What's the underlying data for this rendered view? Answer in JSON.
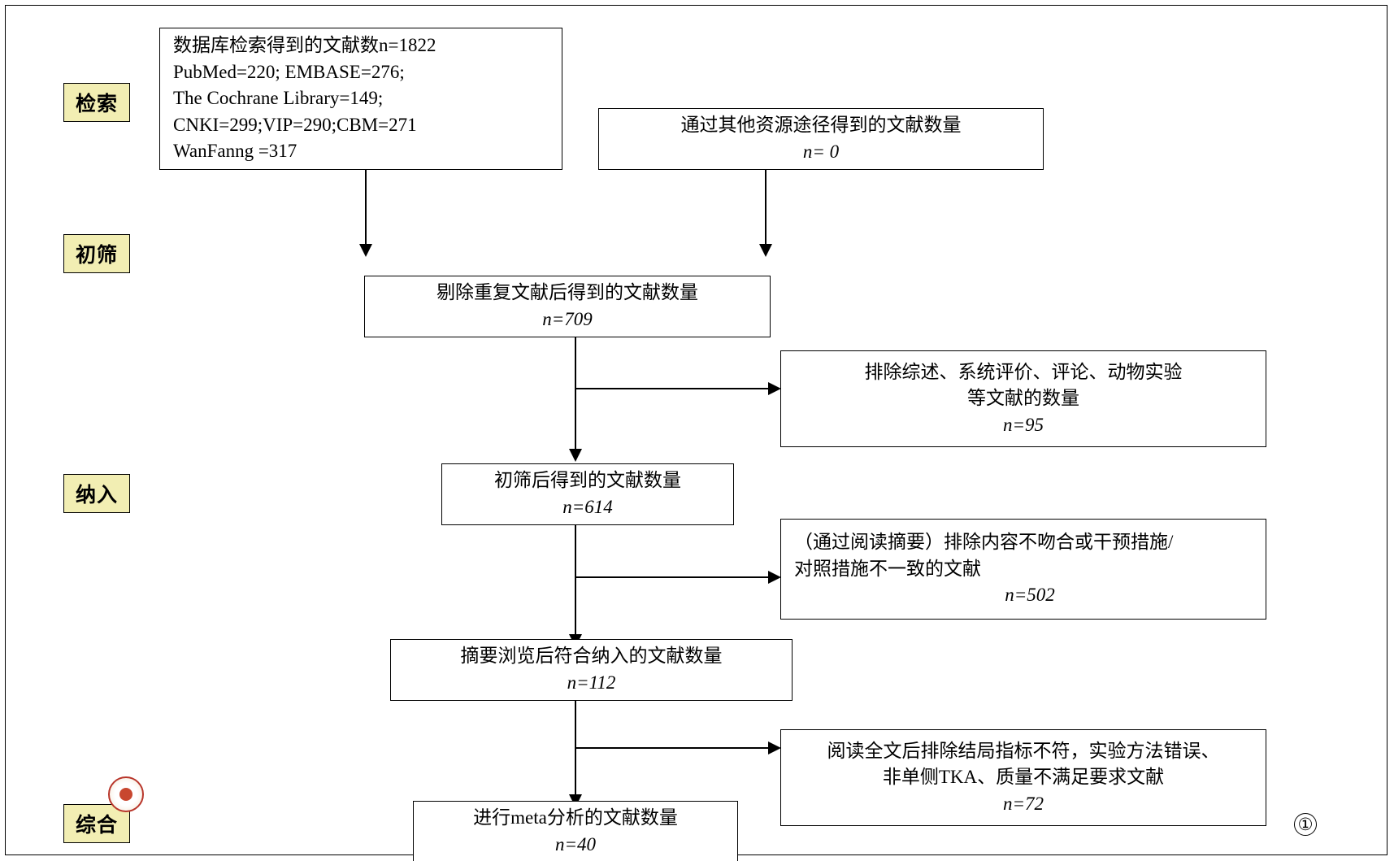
{
  "diagram": {
    "type": "prisma-flow-diagram",
    "figure_number": "①",
    "stages": [
      {
        "id": "retrieval",
        "label": "检索"
      },
      {
        "id": "screening",
        "label": "初筛"
      },
      {
        "id": "inclusion",
        "label": "纳入"
      },
      {
        "id": "synthesis",
        "label": "综合"
      }
    ],
    "boxes": {
      "database_search": {
        "lines": [
          "数据库检索得到的文献数n=1822",
          "PubMed=220; EMBASE=276;",
          "The Cochrane Library=149;",
          "CNKI=299;VIP=290;CBM=271",
          "WanFanng =317"
        ]
      },
      "other_sources": {
        "lines": [
          "通过其他资源途径得到的文献数量",
          "n= 0"
        ]
      },
      "after_dedup": {
        "lines": [
          "剔除重复文献后得到的文献数量",
          "n=709"
        ]
      },
      "exclude_reviews": {
        "lines": [
          "排除综述、系统评价、评论、动物实验",
          "等文献的数量",
          "n=95"
        ]
      },
      "after_screening": {
        "lines": [
          "初筛后得到的文献数量",
          "n=614"
        ]
      },
      "exclude_abstract": {
        "lines": [
          "（通过阅读摘要）排除内容不吻合或干预措施/",
          "对照措施不一致的文献",
          "n=502"
        ]
      },
      "after_abstract": {
        "lines": [
          "摘要浏览后符合纳入的文献数量",
          "n=112"
        ]
      },
      "exclude_fulltext": {
        "lines": [
          "阅读全文后排除结局指标不符，实验方法错误、",
          "非单侧TKA、质量不满足要求文献",
          "n=72"
        ]
      },
      "included_meta": {
        "lines": [
          "进行meta分析的文献数量",
          "n=40"
        ]
      }
    },
    "colors": {
      "stage_label_bg": "#f2eeb3",
      "border": "#000000",
      "background": "#ffffff",
      "logo_accent": "#c8472f"
    }
  }
}
